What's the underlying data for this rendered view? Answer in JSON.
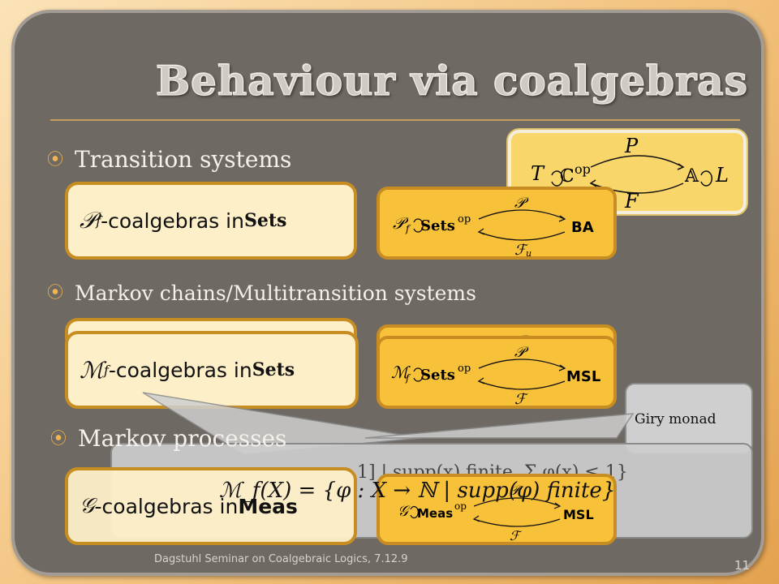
{
  "title": "Behaviour via coalgebras",
  "bullets": {
    "b1": "Transition systems",
    "b2": "Markov chains/Multitransition  systems",
    "b3": "Markov processes"
  },
  "boxes": {
    "pf_math": "𝒫",
    "pf_sub": "f",
    "pf_text": "-coalgebras in ",
    "pf_sets": "Sets",
    "mf_math": "ℳ",
    "mf_sub": "f",
    "mf_text": "-coalgebras in ",
    "mf_sets": "Sets",
    "g_math": "𝒢",
    "g_text": "-coalgebras in ",
    "g_meas": "Meas"
  },
  "diagrams": {
    "general": {
      "left": "T",
      "cat": "ℂ",
      "op": "op",
      "right_cat": "𝔸",
      "right": "L",
      "top": "P",
      "bottom": "F"
    },
    "ba": {
      "left": "𝒫",
      "left_sub": "f",
      "cat": "Sets",
      "op": "op",
      "right": "BA",
      "top": "𝒫",
      "bottom": "ℱ",
      "bottom_sub": "u"
    },
    "msl1": {
      "left": "ℳ",
      "left_sub": "f",
      "cat": "Sets",
      "op": "op",
      "right": "MSL",
      "top": "𝒫",
      "bottom": "ℱ"
    },
    "msl2": {
      "left": "𝒢",
      "cat": "Meas",
      "op": "op",
      "right": "MSL",
      "top": "𝒫",
      "bottom": "ℱ"
    },
    "partial_top": "𝒫"
  },
  "overlay": {
    "giry": "Giry monad",
    "formula_main": "ℳ_f(X) = {φ : X → ℕ | supp(φ) finite}",
    "formula_behind": "1] | supp(x) finite, Σ  φ(x) ≤ 1}"
  },
  "footer": "Dagstuhl Seminar on Coalgebraic Logics, 7.12.9",
  "page_number": "11",
  "colors": {
    "accent": "#f0b450",
    "box_border": "#c78d22",
    "box_fill": "#fdefc8",
    "diagram_fill": "#f7c23a"
  }
}
